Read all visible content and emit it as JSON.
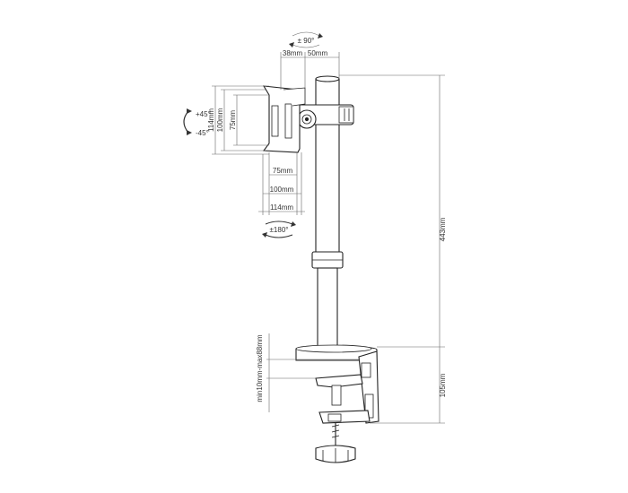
{
  "labels": {
    "swivel": "± 90°",
    "dist_38": "38mm",
    "dist_50": "50mm",
    "tilt_up": "+45°",
    "tilt_down": "-45°",
    "vesa_114_v": "114mm",
    "vesa_100_v": "100mm",
    "vesa_75_v": "75mm",
    "vesa_75_h": "75mm",
    "vesa_100_h": "100mm",
    "vesa_114_h": "114mm",
    "rotation": "±180°",
    "height_443": "443mm",
    "height_105": "105mm",
    "clamp_range": "min10mm-max88mm"
  },
  "colors": {
    "line": "#222222",
    "dimension": "#666666",
    "text": "#333333"
  },
  "icons": [
    "tilt-arrow-icon",
    "swivel-arrow-icon",
    "rotation-arrow-icon"
  ]
}
